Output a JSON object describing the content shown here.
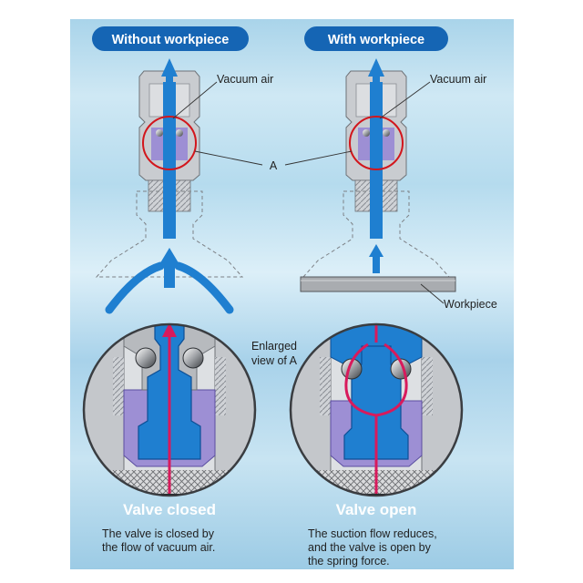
{
  "headers": {
    "left": "Without workpiece",
    "right": "With workpiece"
  },
  "labels": {
    "vacuum_air_left": "Vacuum air",
    "vacuum_air_right": "Vacuum air",
    "callout_a": "A",
    "workpiece": "Workpiece",
    "enlarged_line1": "Enlarged",
    "enlarged_line2": "view of A"
  },
  "states": {
    "left": {
      "title": "Valve closed",
      "caption": [
        "The valve is closed by",
        "the flow of vacuum air."
      ]
    },
    "right": {
      "title": "Valve open",
      "caption": [
        "The suction flow reduces,",
        "and the valve is open by",
        "the spring force."
      ]
    }
  },
  "colors": {
    "pill": "#1565b4",
    "flow_blue": "#1f7fd0",
    "flow_dark": "#0d4f96",
    "air_red": "#d81a5c",
    "valve_purple": "#9d8fd4",
    "metal_gray": "#b3b6ba",
    "callout_red": "#d2161c"
  },
  "icons": [
    "suction-arrow-icon",
    "air-flow-arrow-icon",
    "ball-icon"
  ]
}
